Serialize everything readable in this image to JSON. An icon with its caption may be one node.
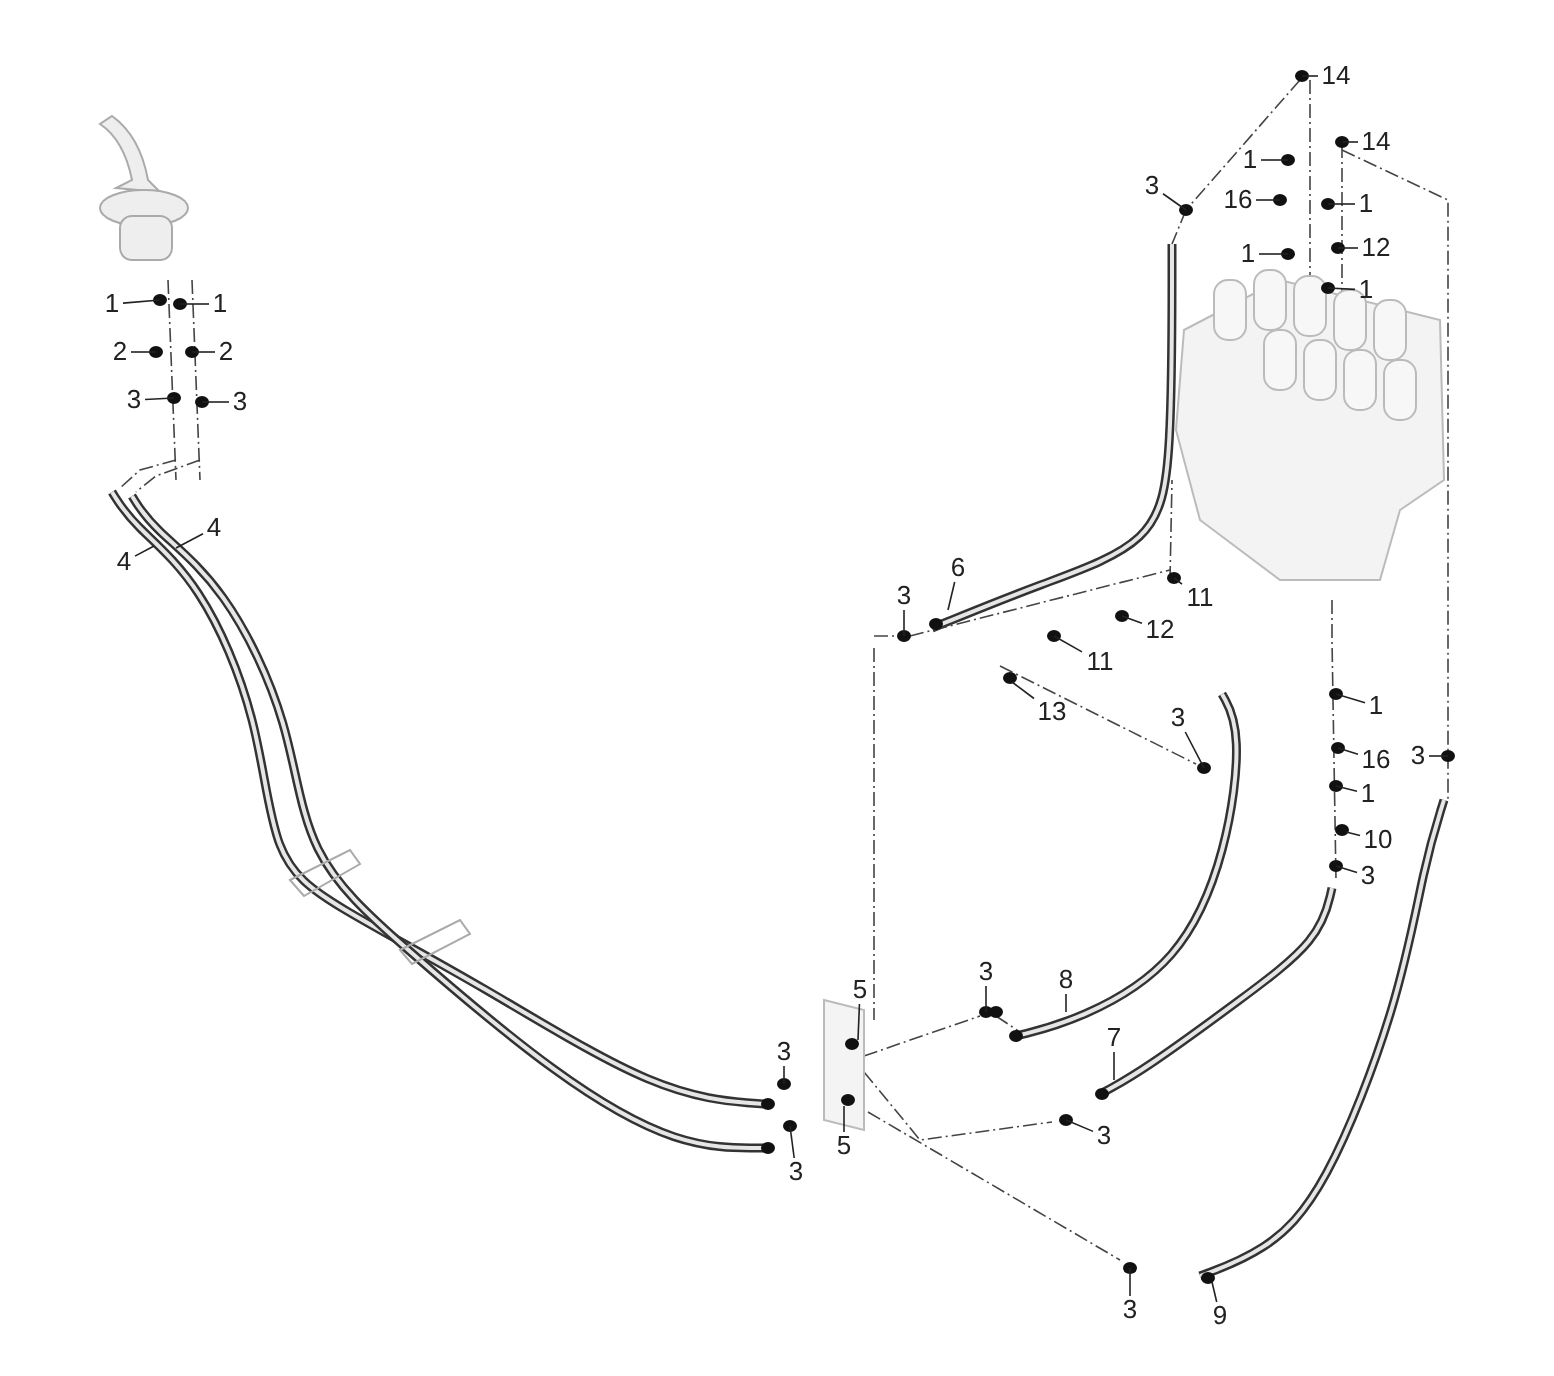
{
  "diagram": {
    "nodes": [
      {
        "text": [
          "1"
        ]
      },
      {
        "text": [
          "1"
        ]
      },
      {
        "text": [
          "2"
        ]
      },
      {
        "text": [
          "2"
        ]
      },
      {
        "text": [
          "3"
        ]
      },
      {
        "text": [
          "3"
        ]
      },
      {
        "text": [
          "4"
        ]
      },
      {
        "text": [
          "4"
        ]
      },
      {
        "text": [
          "14"
        ]
      },
      {
        "text": [
          "14"
        ]
      },
      {
        "text": [
          "1"
        ]
      },
      {
        "text": [
          "16"
        ]
      },
      {
        "text": [
          "1"
        ]
      },
      {
        "text": [
          "12"
        ]
      },
      {
        "text": [
          "1"
        ]
      },
      {
        "text": [
          "1"
        ]
      },
      {
        "text": [
          "3"
        ]
      },
      {
        "text": [
          "6"
        ]
      },
      {
        "text": [
          "3"
        ]
      },
      {
        "text": [
          "11"
        ]
      },
      {
        "text": [
          "12"
        ]
      },
      {
        "text": [
          "11"
        ]
      },
      {
        "text": [
          "13"
        ]
      },
      {
        "text": [
          "3"
        ]
      },
      {
        "text": [
          "1"
        ]
      },
      {
        "text": [
          "16"
        ]
      },
      {
        "text": [
          "1"
        ]
      },
      {
        "text": [
          "10"
        ]
      },
      {
        "text": [
          "3"
        ]
      },
      {
        "text": [
          "3"
        ]
      },
      {
        "text": [
          "5"
        ]
      },
      {
        "text": [
          "3"
        ]
      },
      {
        "text": [
          "8"
        ]
      },
      {
        "text": [
          "3"
        ]
      },
      {
        "text": [
          "7"
        ]
      },
      {
        "text": [
          "3"
        ]
      },
      {
        "text": [
          "3"
        ]
      },
      {
        "text": [
          "5"
        ]
      },
      {
        "text": [
          "3"
        ]
      },
      {
        "text": [
          "9"
        ]
      }
    ],
    "edges": [
      {
        "from": 0,
        "to": null,
        "arrow": "none"
      },
      {
        "from": 1,
        "to": null,
        "arrow": "none"
      },
      {
        "from": 2,
        "to": null,
        "arrow": "none"
      },
      {
        "from": 3,
        "to": null,
        "arrow": "none"
      },
      {
        "from": 4,
        "to": null,
        "arrow": "none"
      },
      {
        "from": 5,
        "to": null,
        "arrow": "none"
      },
      {
        "from": 6,
        "to": null,
        "arrow": "none"
      },
      {
        "from": 7,
        "to": null,
        "arrow": "none"
      },
      {
        "from": 8,
        "to": null,
        "arrow": "none"
      },
      {
        "from": 9,
        "to": null,
        "arrow": "none"
      },
      {
        "from": 10,
        "to": null,
        "arrow": "none"
      },
      {
        "from": 11,
        "to": null,
        "arrow": "none"
      },
      {
        "from": 12,
        "to": null,
        "arrow": "none"
      },
      {
        "from": 13,
        "to": null,
        "arrow": "none"
      },
      {
        "from": 14,
        "to": null,
        "arrow": "none"
      },
      {
        "from": 15,
        "to": null,
        "arrow": "none"
      },
      {
        "from": 16,
        "to": null,
        "arrow": "none"
      },
      {
        "from": 17,
        "to": null,
        "arrow": "none"
      },
      {
        "from": 18,
        "to": null,
        "arrow": "none"
      },
      {
        "from": 19,
        "to": null,
        "arrow": "none"
      },
      {
        "from": 20,
        "to": null,
        "arrow": "none"
      },
      {
        "from": 21,
        "to": null,
        "arrow": "none"
      },
      {
        "from": 22,
        "to": null,
        "arrow": "none"
      },
      {
        "from": 23,
        "to": null,
        "arrow": "none"
      },
      {
        "from": 24,
        "to": null,
        "arrow": "none"
      },
      {
        "from": 25,
        "to": null,
        "arrow": "none"
      },
      {
        "from": 26,
        "to": null,
        "arrow": "none"
      },
      {
        "from": 27,
        "to": null,
        "arrow": "none"
      },
      {
        "from": 28,
        "to": null,
        "arrow": "none"
      },
      {
        "from": 29,
        "to": null,
        "arrow": "none"
      },
      {
        "from": 30,
        "to": null,
        "arrow": "none"
      },
      {
        "from": 31,
        "to": null,
        "arrow": "none"
      },
      {
        "from": 32,
        "to": null,
        "arrow": "none"
      },
      {
        "from": 33,
        "to": null,
        "arrow": "none"
      },
      {
        "from": 34,
        "to": null,
        "arrow": "none"
      },
      {
        "from": 35,
        "to": null,
        "arrow": "none"
      },
      {
        "from": 36,
        "to": null,
        "arrow": "none"
      },
      {
        "from": 37,
        "to": null,
        "arrow": "none"
      },
      {
        "from": 38,
        "to": null,
        "arrow": "none"
      },
      {
        "from": 39,
        "to": null,
        "arrow": "none"
      }
    ]
  }
}
